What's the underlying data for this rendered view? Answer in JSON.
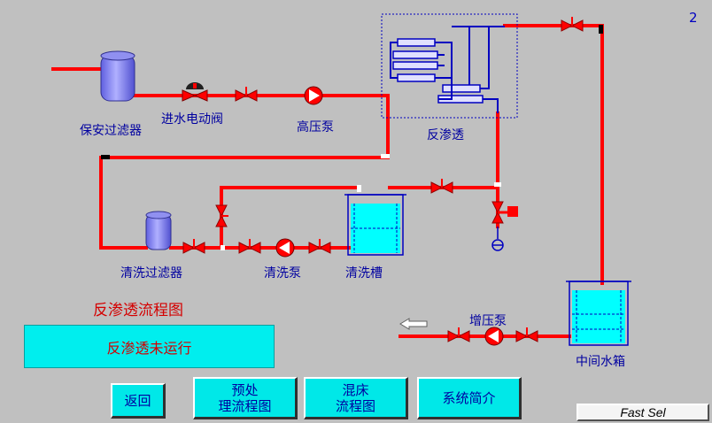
{
  "page_number": "2",
  "labels": {
    "security_filter": "保安过滤器",
    "inlet_valve": "进水电动阀",
    "hp_pump": "高压泵",
    "ro": "反渗透",
    "clean_filter": "清洗过滤器",
    "clean_pump": "清洗泵",
    "clean_tank": "清洗槽",
    "booster_pump": "增压泵",
    "mid_tank": "中间水箱"
  },
  "process_title": "反渗透流程图",
  "status_text": "反渗透未运行",
  "buttons": {
    "back": "返回",
    "pretreat_line1": "预处",
    "pretreat_line2": "理流程图",
    "mixbed_line1": "混床",
    "mixbed_line2": "流程图",
    "intro": "系统简介"
  },
  "fast_sel": "Fast Sel",
  "colors": {
    "pipe": "#ff0000",
    "tank": "#00ffff",
    "vessel": "#8080ff",
    "accent_text": "#0000a0"
  }
}
